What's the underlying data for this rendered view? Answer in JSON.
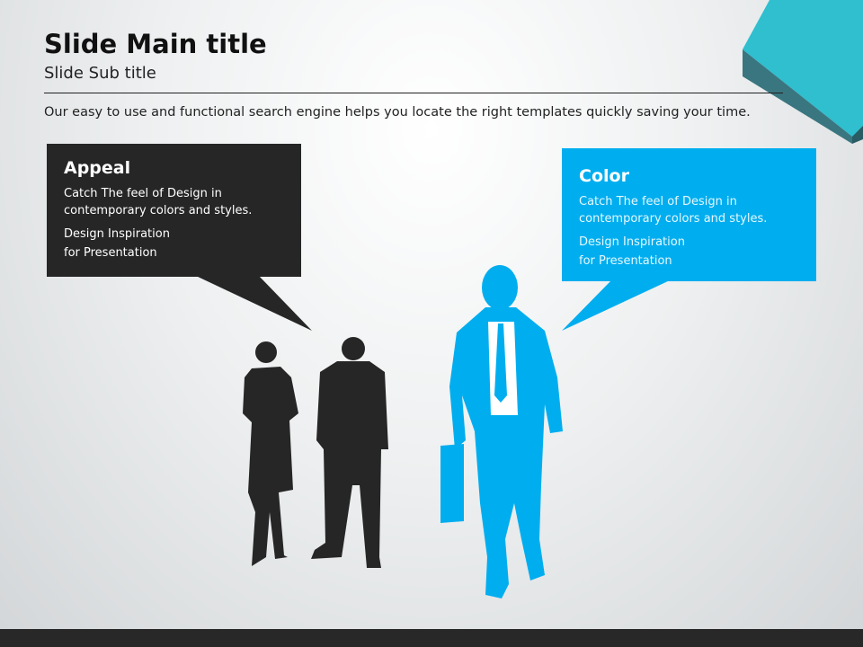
{
  "slide": {
    "title": "Slide Main title",
    "subtitle": "Slide Sub title",
    "body": "Our easy to use and functional search engine helps you locate the right templates quickly saving your time."
  },
  "callouts": [
    {
      "heading": "Appeal",
      "line1": "Catch The feel of Design in contemporary colors and styles.",
      "line2": "Design Inspiration",
      "line3": "for Presentation",
      "color": "#262626"
    },
    {
      "heading": "Color",
      "line1": "Catch The feel of Design in contemporary colors and styles.",
      "line2": "Design Inspiration",
      "line3": "for Presentation",
      "color": "#00aeef"
    }
  ],
  "colors": {
    "accent": "#00aeef",
    "dark": "#262626",
    "corner": "#2fbfcf"
  }
}
